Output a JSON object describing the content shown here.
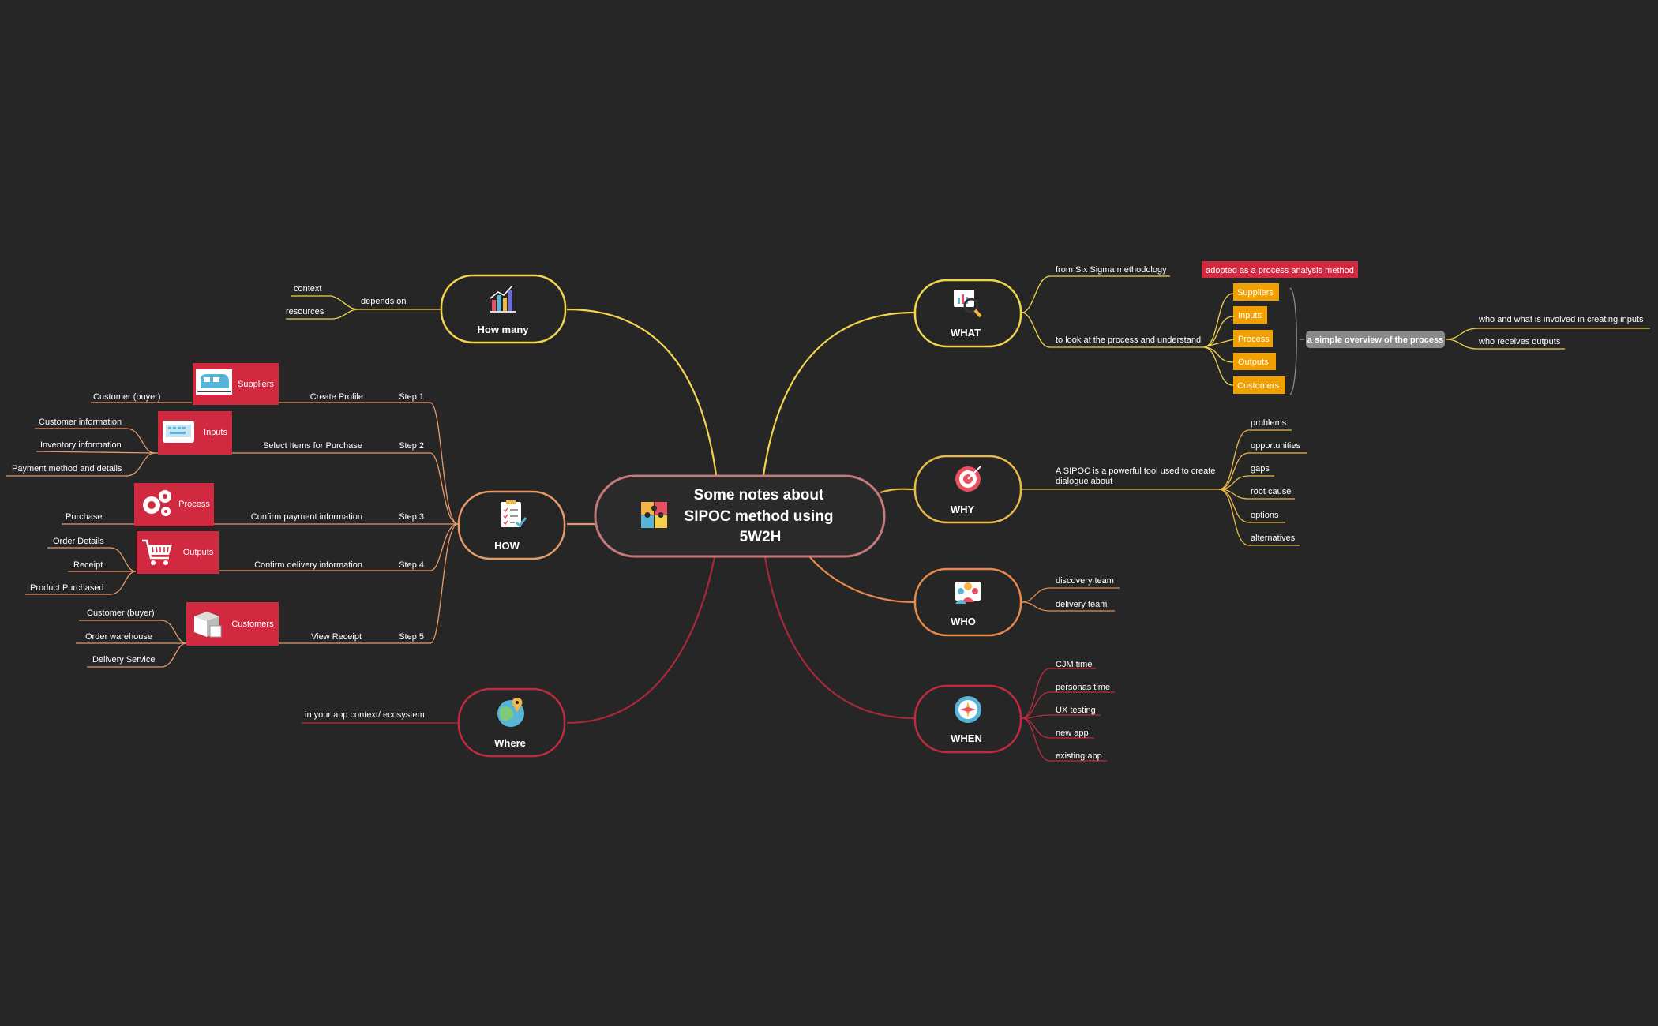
{
  "central": {
    "lines": [
      "Some notes about",
      "SIPOC method using",
      "5W2H"
    ],
    "icon": "puzzle-icon"
  },
  "colors": {
    "background": "#262626",
    "yellow": "#f2d44e",
    "gold": "#e9b949",
    "orange": "#e7894a",
    "peach": "#e69a6a",
    "dark_red": "#a8283a",
    "red": "#c02a3e",
    "block_red": "#d1293f",
    "amber": "#f0a000",
    "gray_pill": "#8a8a8a",
    "central_stroke": "#c47a7a"
  },
  "branches": {
    "how_many": {
      "label": "How many",
      "icon": "bar-chart-icon",
      "child": "depends on",
      "leaves": [
        "context",
        "resources"
      ]
    },
    "what": {
      "label": "WHAT",
      "icon": "magnifier-chart-icon",
      "item1": {
        "label": "from Six Sigma methodology",
        "tag": "adopted as a process analysis method"
      },
      "item2": {
        "label": "to look at the process and understand",
        "boxes": [
          "Suppliers",
          "Inputs",
          "Process",
          "Outputs",
          "Customers"
        ],
        "summary": "a simple overview of the process",
        "summary_children": [
          "who and what is involved in creating inputs",
          "who receives outputs"
        ]
      }
    },
    "why": {
      "label": "WHY",
      "icon": "target-icon",
      "child_lines": [
        "A SIPOC is a powerful tool used to create",
        "dialogue about"
      ],
      "leaves": [
        "problems",
        "opportunities",
        "gaps",
        "root cause",
        "options",
        "alternatives"
      ]
    },
    "who": {
      "label": "WHO",
      "icon": "team-icon",
      "leaves": [
        "discovery team",
        "delivery team"
      ]
    },
    "when": {
      "label": "WHEN",
      "icon": "compass-icon",
      "leaves": [
        "CJM time",
        "personas time",
        "UX testing",
        "new app",
        "existing app"
      ]
    },
    "where": {
      "label": "Where",
      "icon": "globe-pin-icon",
      "child": "in your app context/ ecosystem"
    },
    "how": {
      "label": "HOW",
      "icon": "checklist-icon",
      "steps": [
        {
          "step": "Step 1",
          "action": "Create Profile",
          "block": "Suppliers",
          "icon": "train-icon",
          "leaves": [
            "Customer (buyer)"
          ]
        },
        {
          "step": "Step 2",
          "action": "Select Items for Purchase",
          "block": "Inputs",
          "icon": "keyboard-icon",
          "leaves": [
            "Customer information",
            "Inventory information",
            "Payment method and details"
          ]
        },
        {
          "step": "Step 3",
          "action": "Confirm payment information",
          "block": "Process",
          "icon": "gears-icon",
          "leaves": [
            "Purchase"
          ]
        },
        {
          "step": "Step 4",
          "action": "Confirm delivery information",
          "block": "Outputs",
          "icon": "cart-icon",
          "leaves": [
            "Order Details",
            "Receipt",
            "Product Purchased"
          ]
        },
        {
          "step": "Step 5",
          "action": "View Receipt",
          "block": "Customers",
          "icon": "boxes-icon",
          "leaves": [
            "Customer (buyer)",
            "Order warehouse",
            "Delivery Service"
          ]
        }
      ]
    }
  }
}
